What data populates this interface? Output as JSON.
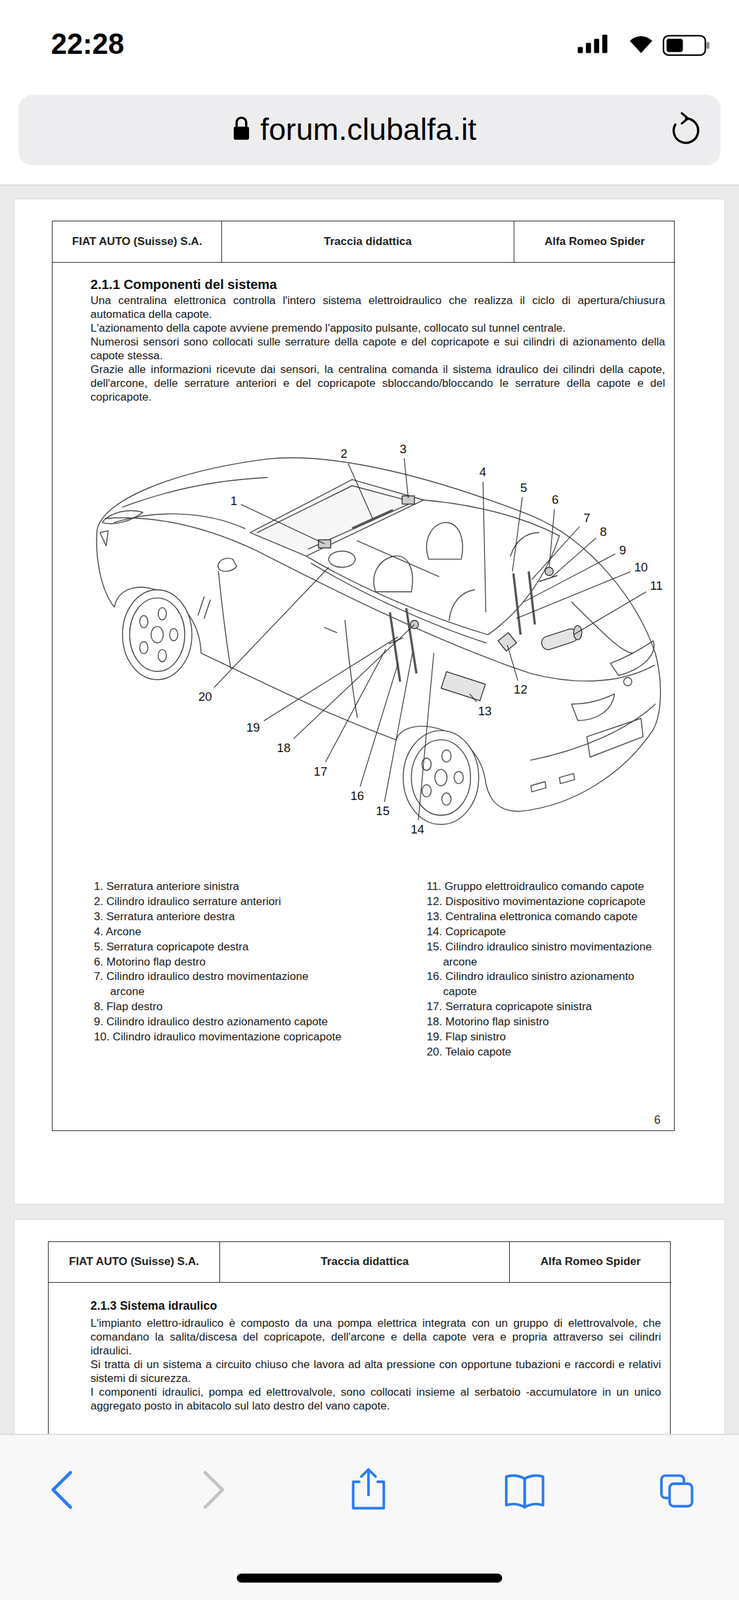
{
  "diagram": {
    "nodes": [
      {
        "text": [
          "forum.clubalfa.it"
        ]
      },
      {
        "text": [
          "2.1.1 Componenti del sistema",
          "Una centralina elettronica controlla l'intero sistema elettroidraulico che realizza il ciclo di apertura/chiusura automatica della capote.",
          "L'azionamento della capote avviene premendo l'apposito pulsante, collocato sul tunnel centrale.",
          "Numerosi sensori sono collocati sulle serrature della capote e del copricapote e sui cilindri di azionamento della capote stessa.",
          "Grazie alle informazioni ricevute dai sensori, la centralina comanda il sistema idraulico dei cilindri della capote, dell'arcone, delle serrature anteriori e del copricapote sbloccando/bloccando le serrature della capote e del copricapote."
        ]
      },
      {
        "text": [
          "FIAT AUTO (Suisse) S.A."
        ],
        "in": 1
      },
      {
        "text": [
          "Traccia didattica"
        ],
        "in": 1
      },
      {
        "text": [
          "Alfa Romeo Spider"
        ],
        "in": 1
      },
      {
        "text": [
          "2.1.3 Sistema idraulico",
          "L'impianto elettro-idraulico è composto da una pompa elettrica integrata con un gruppo di elettrovalvole, che comandano la salita/discesa del copricapote, dell'arcone e della capote vera e propria attraverso sei cilindri idraulici.",
          "Si tratta di un sistema a circuito chiuso che lavora ad alta pressione con opportune tubazioni e raccordi e relativi sistemi di sicurezza.",
          "I componenti idraulici, pompa ed elettrovalvole, sono collocati insieme al serbatoio -accumulatore in un unico aggregato posto in abitacolo sul lato destro del vano capote."
        ]
      },
      {
        "text": [
          "FIAT AUTO (Suisse) S.A."
        ],
        "in": 5
      },
      {
        "text": [
          "Traccia didattica"
        ],
        "in": 5
      },
      {
        "text": [
          "Alfa Romeo Spider"
        ],
        "in": 5
      }
    ],
    "labels": [
      "22:28",
      "1",
      "2",
      "3",
      "4",
      "5",
      "6",
      "7",
      "8",
      "9",
      "10",
      "11",
      "12",
      "13",
      "14",
      "15",
      "16",
      "17",
      "18",
      "19",
      "20",
      "1. Serratura anteriore sinistra",
      "2. Cilindro idraulico serrature anteriori",
      "3. Serratura anteriore destra",
      "4. Arcone",
      "5. Serratura copricapote destra",
      "6. Motorino flap destro",
      "7. Cilindro idraulico destro movimentazione arcone",
      "8. Flap destro",
      "9. Cilindro idraulico destro azionamento capote",
      "10. Cilindro idraulico movimentazione copricapote",
      "11. Gruppo elettroidraulico comando capote",
      "12. Dispositivo movimentazione copricapote",
      "13. Centralina elettronica comando capote",
      "14. Copricapote",
      "15. Cilindro idraulico sinistro movimentazione arcone",
      "16. Cilindro idraulico sinistro azionamento capote",
      "17. Serratura copricapote sinistra",
      "18. Motorino flap sinistro",
      "19. Flap sinistro",
      "20. Telaio capote",
      "6"
    ]
  }
}
